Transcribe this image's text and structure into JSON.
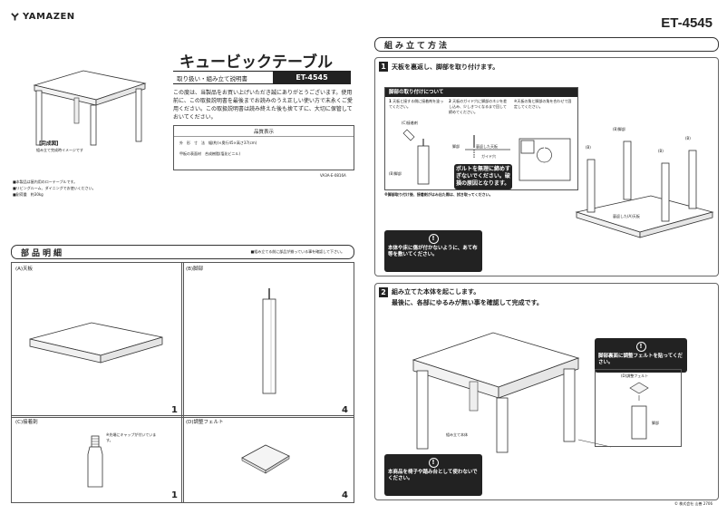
{
  "header": {
    "brand": "YAMAZEN",
    "model": "ET-4545"
  },
  "cover": {
    "title": "キュービックテーブル",
    "subtitle": "取り扱い・組み立て説明書",
    "model_badge": "ET-4545",
    "intro": "この度は、当製品をお買い上げいただき誠にありがとうございます。使用前に、この取扱説明書を最後までお読みのうえ正しい使い方で末永くご愛用ください。この取扱説明書は読み終えた後も捨てずに、大切に保管しておいてください。",
    "quality_title": "品質表示",
    "quality_rows": [
      "外　形　寸　法　幅(約)×奥行45×高さ37(cm)",
      "甲板の表面材　合成樹脂(塩化ビニル)"
    ],
    "quality_code": "VA3A-E-0816A",
    "finished_label": "【完成図】",
    "finished_note": "組み立て完成時イメージです",
    "notes": [
      "■本製品は屋内用のローテーブルです。",
      "■リビングルーム、ダイニングでお使いください。",
      "■耐荷重　約30kg"
    ]
  },
  "parts": {
    "heading": "部品明細",
    "note": "■組み立てる前に部品が揃っている事を確認して下さい。",
    "items": [
      {
        "label": "(A)天板",
        "qty": "1"
      },
      {
        "label": "(B)脚部",
        "qty": "4"
      },
      {
        "label": "(C)接着剤",
        "qty": "1",
        "note": "※先端にキャップが付いています。"
      },
      {
        "label": "(D)調整フェルト",
        "qty": "4"
      }
    ]
  },
  "assembly": {
    "heading": "組み立て方法",
    "step1": {
      "no": "1",
      "text": "天板を裏返し、脚部を取り付けます。",
      "sub_title": "脚部の取り付けについて",
      "sub_steps": [
        {
          "no": "1",
          "text": "天板と接する側に接着剤を塗ってください。"
        },
        {
          "no": "2",
          "text": "天板のガイド穴に脚部のネジを差し込み、少しきつくなるまで回して締めてください。"
        },
        {
          "no": "",
          "text": "※天板の角と脚部の角を合わせて固定してください。"
        }
      ],
      "labels": {
        "adhesive": "(C)接着剤",
        "leg": "(B)脚部",
        "screw": "脚部",
        "underside": "裏返した天板",
        "guide": "ガイド穴",
        "legs_b": "(B)脚部",
        "b1": "(B)",
        "b2": "(B)",
        "b3": "(B)",
        "topboard": "裏返した(A)天板"
      },
      "bolt_note": "ボルトを無理に締めすぎないでください。破損の原因となります。",
      "wipe_note": "※脚部取り付け後、接着剤がはみ出た際は、拭き取ってください。",
      "caution": "本体や床に傷が付かないように、あて布等を敷いてください。"
    },
    "step2": {
      "no": "2",
      "text_line1": "組み立てた本体を起こします。",
      "text_line2": "最後に、各部にゆるみが無い事を確認して完成です。",
      "felt_caution": "脚部裏面に調整フェルトを貼ってください。",
      "felt_label": "(D)調整フェルト",
      "leg_label": "脚部",
      "body_label": "組み立て本体",
      "caution": "本商品を椅子や踏み台として使わないでください。"
    }
  },
  "footer": {
    "copyright": "© 株式会社 山善 2706"
  }
}
